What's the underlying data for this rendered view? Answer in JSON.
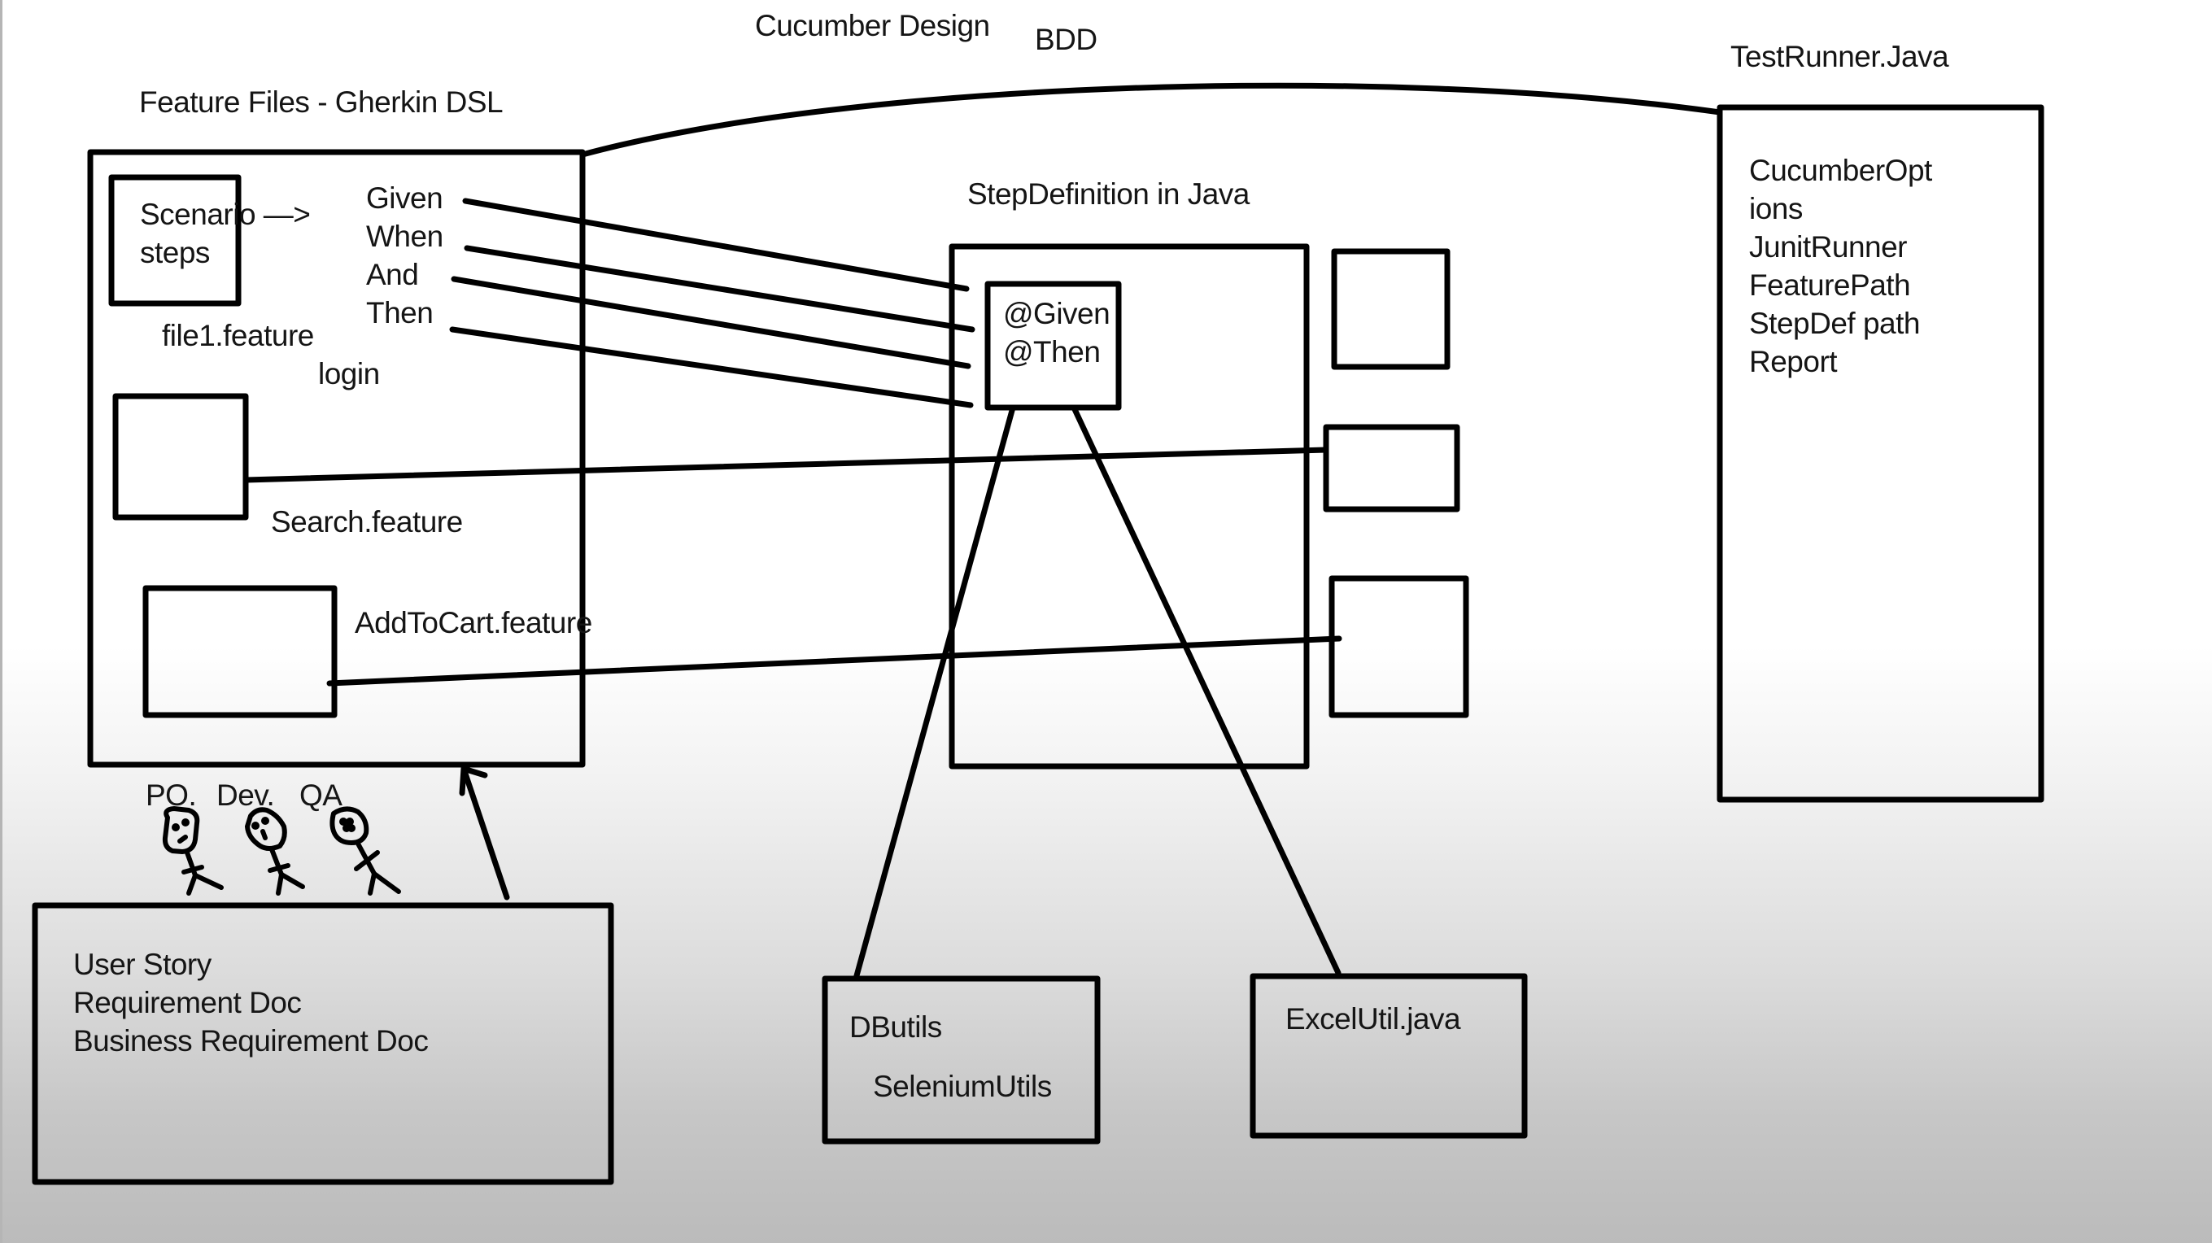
{
  "title": "Cucumber Design",
  "subtitle": "BDD",
  "feature_files": {
    "heading": "Feature Files - Gherkin DSL",
    "scenario_box": [
      "Scenario —>",
      "steps"
    ],
    "steps": [
      "Given",
      "When",
      "And",
      "Then"
    ],
    "file1_label": "file1.feature",
    "file1_sub": "login",
    "search_label": "Search.feature",
    "addtocart_label": "AddToCart.feature"
  },
  "step_definition": {
    "heading": "StepDefinition in Java",
    "annotations": [
      "@Given",
      "@Then"
    ]
  },
  "test_runner": {
    "heading": "TestRunner.Java",
    "items": [
      "CucumberOpt",
      "ions",
      "JunitRunner",
      "FeaturePath",
      "StepDef path",
      "Report"
    ]
  },
  "roles": [
    "PO.",
    "Dev.",
    "QA"
  ],
  "requirements": {
    "items": [
      "User Story",
      "Requirement Doc",
      "Business Requirement Doc"
    ]
  },
  "utils": {
    "db": "DButils",
    "selenium": "SeleniumUtils",
    "excel": "ExcelUtil.java"
  },
  "colors": {
    "stroke": "#000000",
    "text": "#151515",
    "bg_top": "#ffffff",
    "bg_bottom": "#bbbbbb"
  }
}
